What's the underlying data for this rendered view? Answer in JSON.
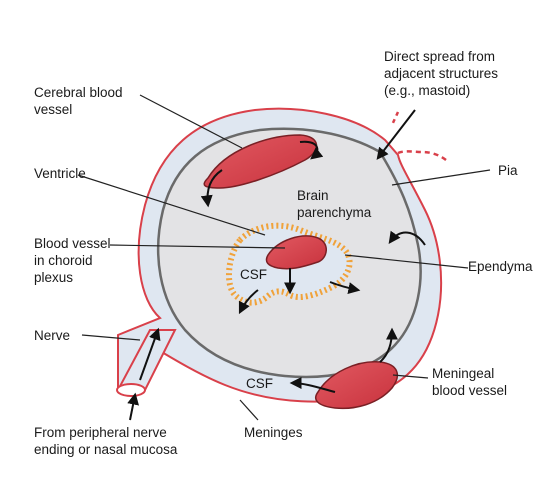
{
  "labels": {
    "cerebral_blood_vessel": "Cerebral blood\nvessel",
    "direct_spread": "Direct spread from\nadjacent structures\n(e.g., mastoid)",
    "ventricle": "Ventricle",
    "pia": "Pia",
    "brain_parenchyma": "Brain\nparenchyma",
    "blood_vessel_choroid": "Blood vessel\nin choroid\nplexus",
    "ependyma": "Ependyma",
    "csf_inner": "CSF",
    "nerve": "Nerve",
    "csf_outer": "CSF",
    "meningeal_blood_vessel": "Meningeal\nblood vessel",
    "meninges": "Meninges",
    "from_peripheral": "From peripheral nerve\nending or nasal mucosa"
  },
  "colors": {
    "outline_red": "#d9404a",
    "meninges_fill": "#dfe7f1",
    "parenchyma_fill": "#e3e3e5",
    "pia_line": "#6a6a6a",
    "vessel_fill": "#d9454f",
    "choroid_orange": "#f0a23a",
    "arrow": "#111111"
  }
}
